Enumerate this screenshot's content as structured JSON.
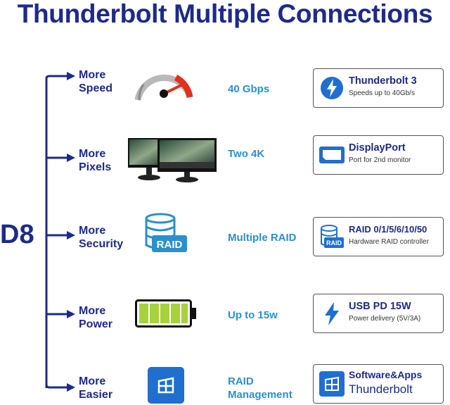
{
  "title": "Thunderbolt Multiple Connections",
  "product": "D8",
  "rows": [
    {
      "label_line1": "More",
      "label_line2": "Speed",
      "spec_line1": "40 Gbps",
      "spec_line2": "",
      "card_title": "Thunderbolt 3",
      "card_sub": "Speeds up to 40Gb/s",
      "icon": "thunderbolt-icon"
    },
    {
      "label_line1": "More",
      "label_line2": "Pixels",
      "spec_line1": "Two 4K",
      "spec_line2": "",
      "card_title": "DisplayPort",
      "card_sub": "Port for 2nd monitor",
      "icon": "displayport-icon"
    },
    {
      "label_line1": "More",
      "label_line2": "Security",
      "spec_line1": "Multiple RAID",
      "spec_line2": "",
      "card_title": "RAID 0/1/5/6/10/50",
      "card_sub": "Hardware RAID controller",
      "icon": "raid-icon"
    },
    {
      "label_line1": "More",
      "label_line2": "Power",
      "spec_line1": "Up to 15w",
      "spec_line2": "",
      "card_title": "USB PD 15W",
      "card_sub": "Power delivery (5V/3A)",
      "icon": "lightning-icon"
    },
    {
      "label_line1": "More",
      "label_line2": "Easier",
      "spec_line1": "RAID",
      "spec_line2": "Management",
      "card_title": "Software&Apps",
      "card_sub": "Thunderbolt",
      "icon": "windows-icon"
    }
  ],
  "raid_badge_text": "RAID",
  "colors": {
    "navy": "#1d2a8a",
    "accent_blue": "#2b8fd0",
    "battery_green": "#a6d23a",
    "gauge_red": "#e0311c"
  }
}
